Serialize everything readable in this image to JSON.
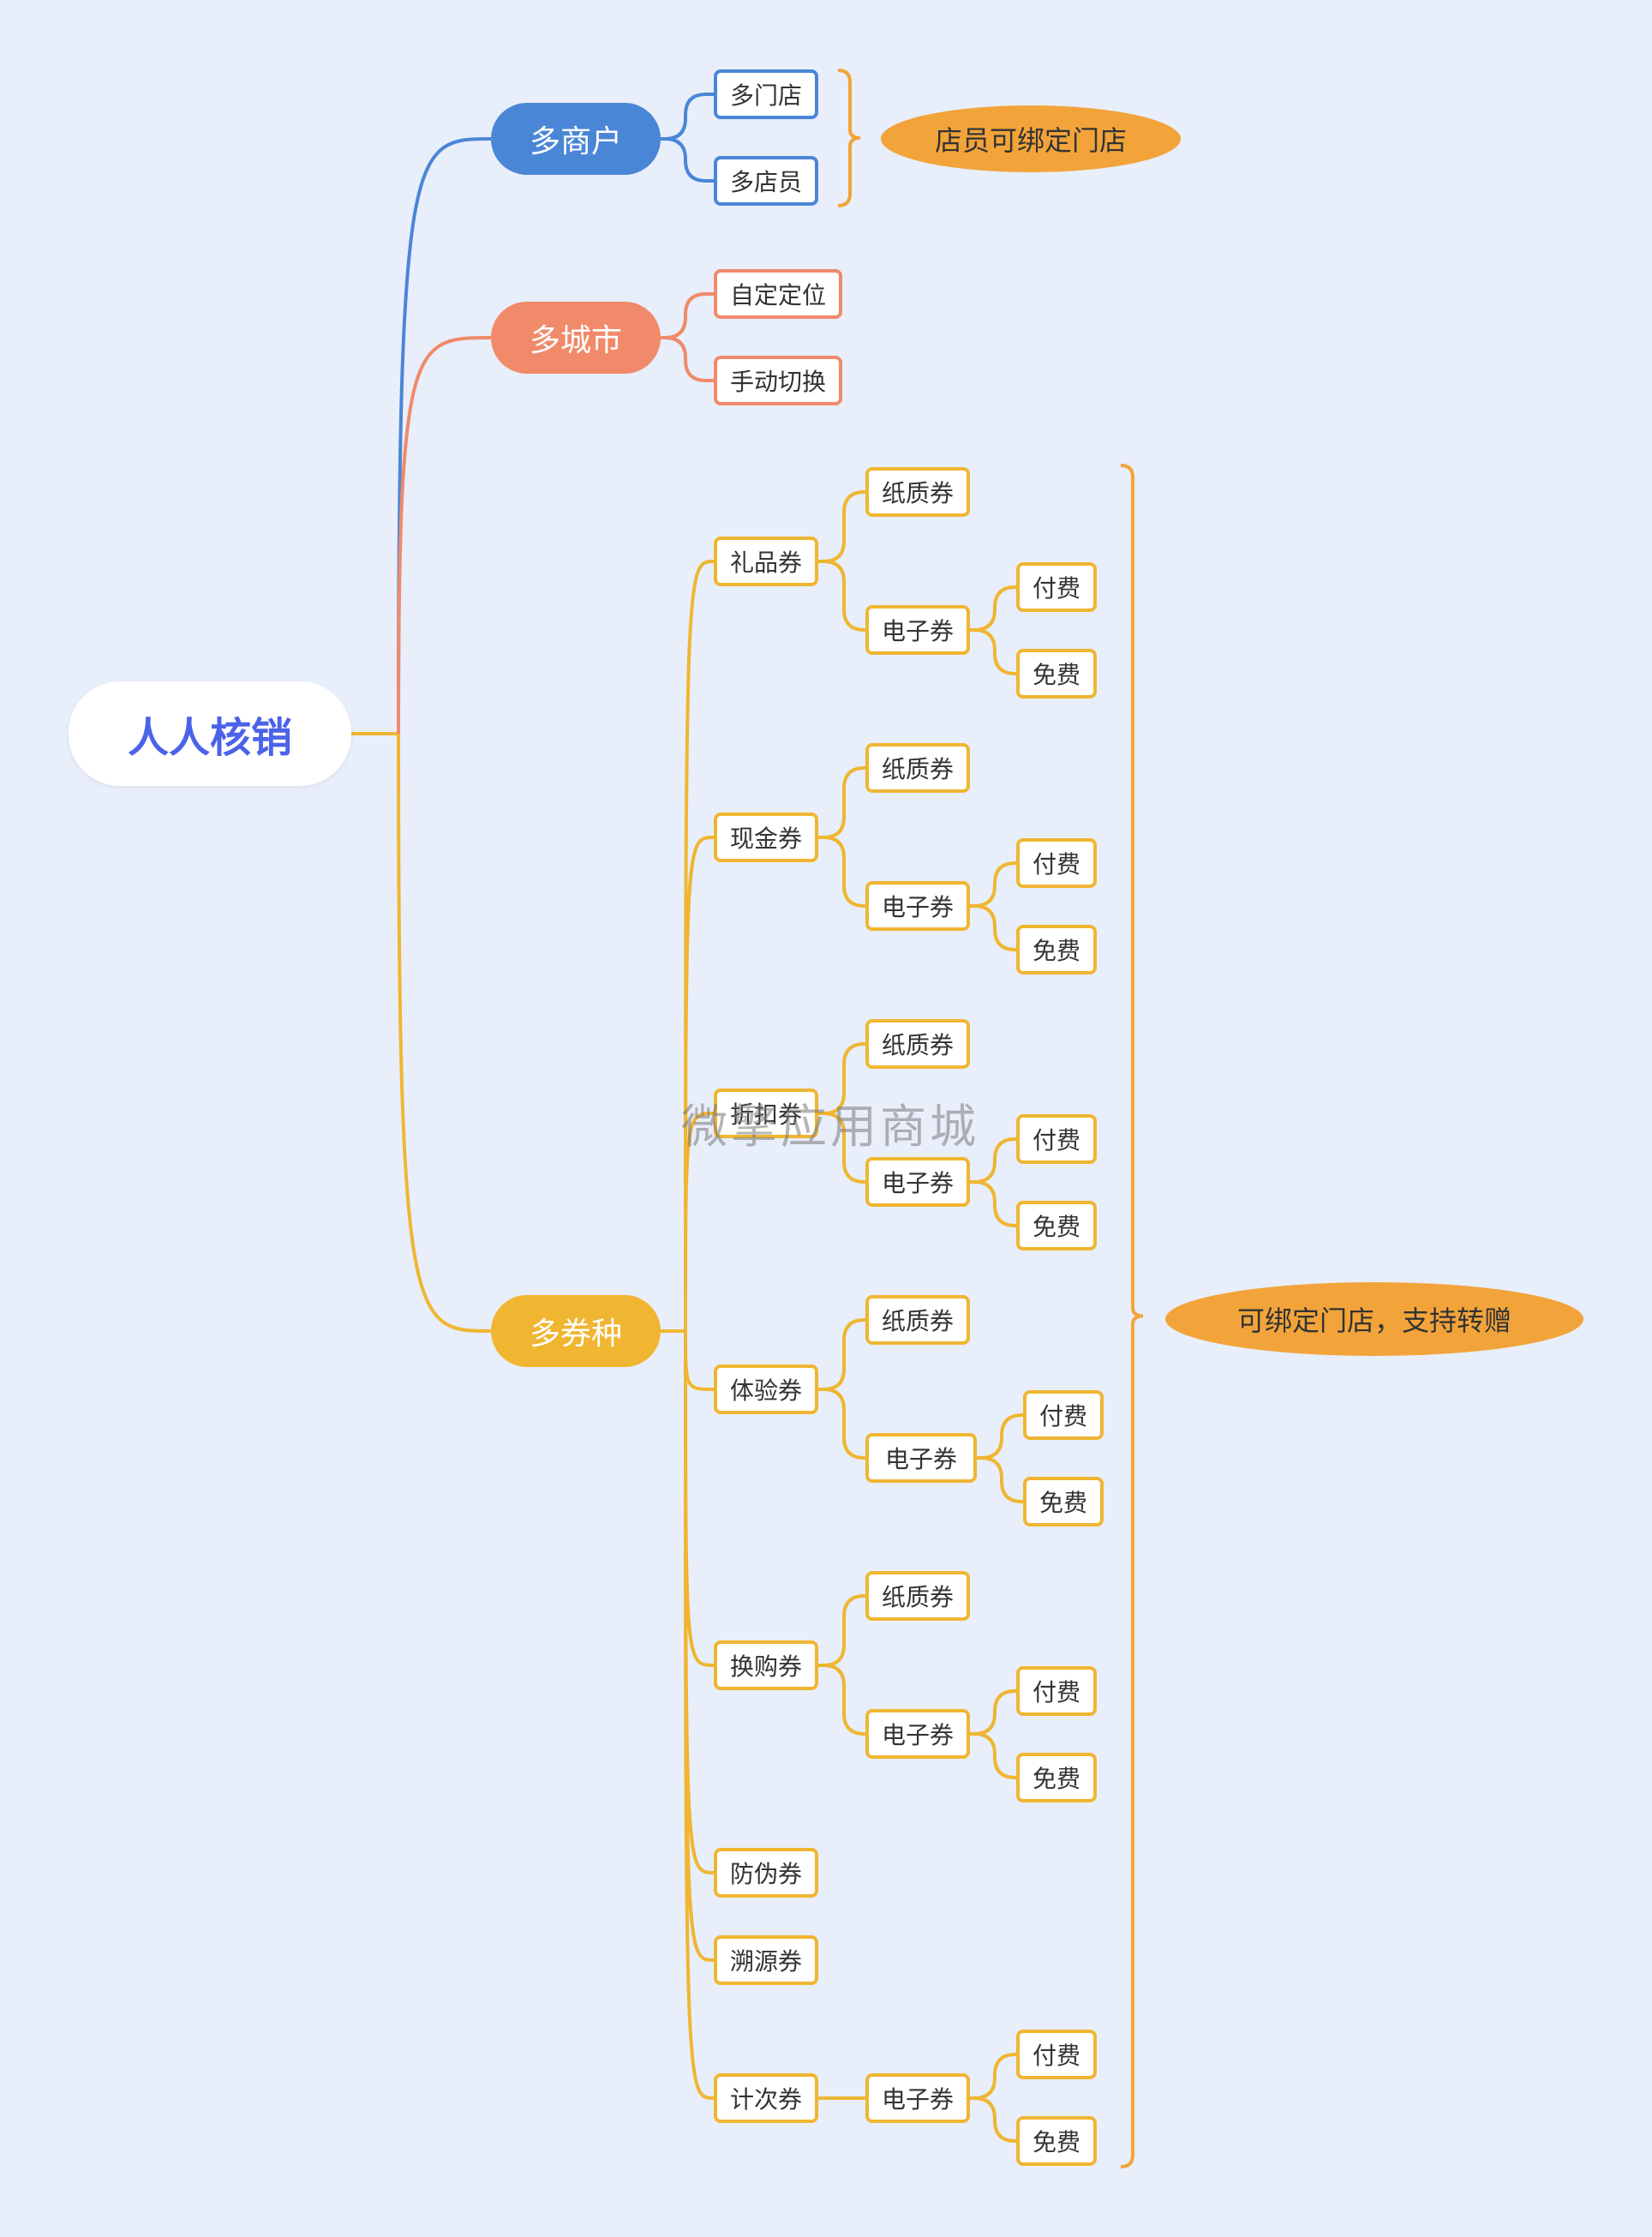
{
  "root": "人人核销",
  "colors": {
    "background": "#e8eefa",
    "merchant": "#4a86d6",
    "city": "#f08a6a",
    "coupon": "#f0b632",
    "note": "#f2a43a",
    "root_text": "#4a63e8"
  },
  "branches": {
    "merchant": {
      "label": "多商户",
      "children": [
        "多门店",
        "多店员"
      ],
      "note": "店员可绑定门店"
    },
    "city": {
      "label": "多城市",
      "children": [
        "自定定位",
        "手动切换"
      ]
    },
    "coupon": {
      "label": "多券种",
      "note": "可绑定门店，支持转赠",
      "types": [
        {
          "label": "礼品券",
          "paper": "纸质券",
          "electronic": "电子券",
          "options": [
            "付费",
            "免费"
          ]
        },
        {
          "label": "现金券",
          "paper": "纸质券",
          "electronic": "电子券",
          "options": [
            "付费",
            "免费"
          ]
        },
        {
          "label": "折扣券",
          "paper": "纸质券",
          "electronic": "电子券",
          "options": [
            "付费",
            "免费"
          ]
        },
        {
          "label": "体验券",
          "paper": "纸质券",
          "electronic": "电子券",
          "options": [
            "付费",
            "免费"
          ]
        },
        {
          "label": "换购券",
          "paper": "纸质券",
          "electronic": "电子券",
          "options": [
            "付费",
            "免费"
          ]
        },
        {
          "label": "防伪券"
        },
        {
          "label": "溯源券"
        },
        {
          "label": "计次券",
          "electronic": "电子券",
          "options": [
            "付费",
            "免费"
          ]
        }
      ]
    }
  },
  "watermark": "微擎应用商城"
}
